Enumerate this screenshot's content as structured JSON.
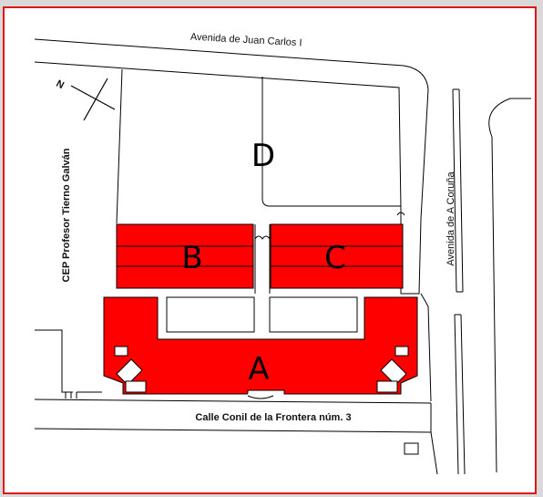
{
  "map": {
    "streets": {
      "north": "Avenida de Juan Carlos I",
      "east": "Avenida de A Coruña",
      "south": "Calle Conil de la Frontera núm. 3"
    },
    "landmark_west": "CEP Profesor Tierno Galván",
    "north_arrow_label": "N",
    "zones": {
      "a": "A",
      "b": "B",
      "c": "C",
      "d": "D"
    },
    "colors": {
      "zone_fill": "#ff0000",
      "frame": "#e0161b",
      "outline": "#000000",
      "background": "#ffffff"
    }
  }
}
